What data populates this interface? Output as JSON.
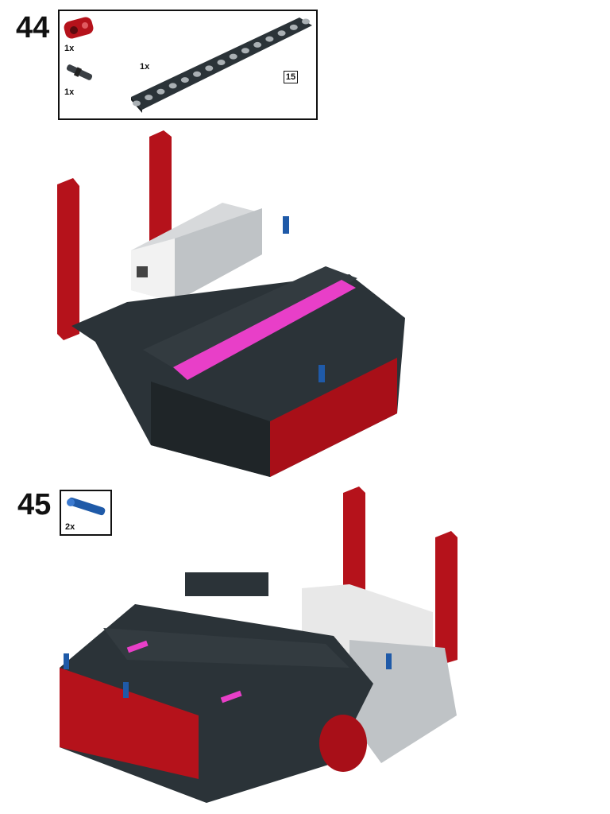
{
  "steps": [
    {
      "number": "44",
      "parts": [
        {
          "qty": "1x",
          "part": "red-axle-connector-icon"
        },
        {
          "qty": "1x",
          "part": "gray-axle-pin-icon"
        },
        {
          "qty": "1x",
          "part": "black-beam-15-icon",
          "length": "15"
        }
      ]
    },
    {
      "number": "45",
      "parts": [
        {
          "qty": "2x",
          "part": "blue-axle-pin-icon"
        }
      ]
    }
  ],
  "colors": {
    "frame_dark": "#2b3338",
    "beam_red": "#b5121b",
    "beam_magenta": "#e83fc8",
    "brick_white": "#eeeeee",
    "pin_blue": "#1f5aa8",
    "frame_gray": "#bfc3c6"
  }
}
